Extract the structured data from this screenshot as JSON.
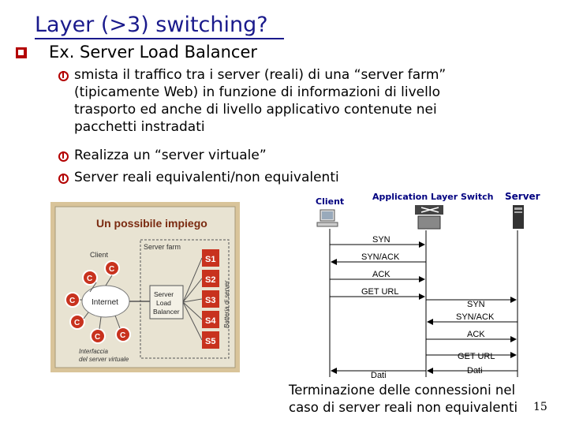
{
  "title": "Layer (>3) switching?",
  "bullet": "Ex. Server Load Balancer",
  "subbullets": [
    "smista il traffico tra i server (reali) di una “server farm” (tipicamente Web) in funzione di informazioni di livello trasporto ed anche di livello applicativo contenute nei pacchetti instradati",
    "Realizza un “server virtuale”",
    "Server reali equivalenti/non equivalenti"
  ],
  "subbullet1_lines": [
    "smista il traffico tra i server (reali) di una “server farm”",
    "(tipicamente Web) in funzione di informazioni di livello",
    "trasporto ed anche di livello applicativo contenute nei",
    "pacchetti instradati"
  ],
  "photo": {
    "heading": "Un possibile impiego",
    "client_label": "Client",
    "server_farm_label": "Server farm",
    "internet_label": "Internet",
    "balancer_lines": [
      "Server",
      "Load",
      "Balancer"
    ],
    "battery_label": "Batteria di server",
    "servers": [
      "S1",
      "S2",
      "S3",
      "S4",
      "S5"
    ],
    "client_nodes": [
      "C",
      "C",
      "C",
      "C",
      "C",
      "C"
    ],
    "interface_lines": [
      "Interfaccia",
      "del server virtuale"
    ]
  },
  "sequence": {
    "client_label": "Client",
    "switch_label": "Application Layer Switch",
    "server_label": "Server",
    "messages_left": [
      "SYN",
      "SYN/ACK",
      "ACK",
      "GET URL",
      "Dati"
    ],
    "messages_right": [
      "SYN",
      "SYN/ACK",
      "ACK",
      "GET URL",
      "Dati"
    ]
  },
  "bottom_text": [
    "Terminazione delle connessioni nel",
    "caso di server reali non equivalenti"
  ],
  "page_number": "15",
  "colors": {
    "title": "#1a1a8c",
    "bullet": "#b30000",
    "photo_bg": "#d9c49a",
    "server_red": "#c8321e"
  }
}
